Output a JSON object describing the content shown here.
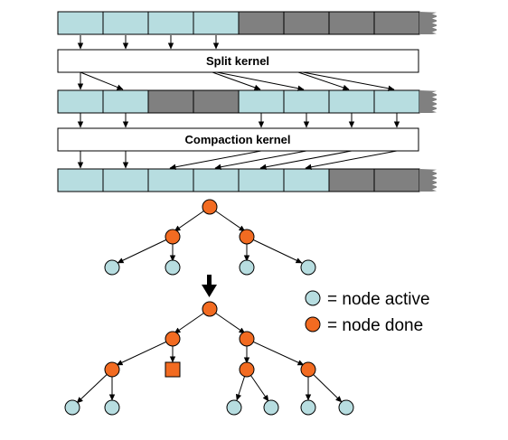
{
  "colors": {
    "active": "#b7dde0",
    "inactive": "#808080",
    "done": "#f26b21",
    "box_fill": "#ffffff",
    "stroke": "#000000"
  },
  "arrays": [
    {
      "row": "top",
      "cells": [
        "active",
        "active",
        "active",
        "active",
        "inactive",
        "inactive",
        "inactive",
        "inactive"
      ]
    },
    {
      "row": "middle",
      "cells": [
        "active",
        "active",
        "inactive",
        "inactive",
        "active",
        "active",
        "active",
        "active"
      ]
    },
    {
      "row": "bottom",
      "cells": [
        "active",
        "active",
        "active",
        "active",
        "active",
        "active",
        "inactive",
        "inactive"
      ]
    }
  ],
  "kernels": {
    "split": "Split kernel",
    "compaction": "Compaction kernel"
  },
  "legend": {
    "active_label": "= node active",
    "done_label": "= node done"
  },
  "icons": {
    "transform_arrow": "down-arrow-icon"
  }
}
